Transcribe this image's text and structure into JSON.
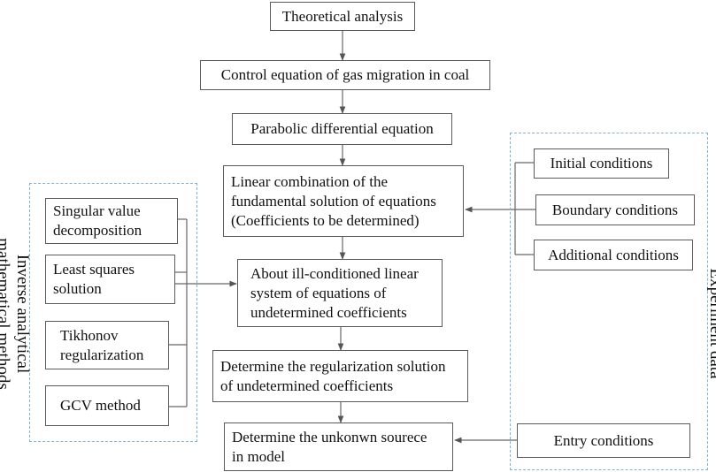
{
  "nodes": {
    "theoretical_analysis": "Theoretical analysis",
    "control_equation": "Control equation of gas migration in coal",
    "parabolic_equation": "Parabolic differential equation",
    "linear_combination": [
      "Linear combination of the",
      "fundamental solution of equations",
      "(Coefficients to be determined)"
    ],
    "ill_conditioned": [
      "About ill-conditioned linear",
      "system of equations of",
      "undetermined coefficients"
    ],
    "regularization_solution": [
      "Determine the regularization solution",
      "of undetermined coefficients"
    ],
    "unknown_source": [
      "Determine the unkonwn sourece",
      "in model"
    ]
  },
  "methods": {
    "label": [
      "Inverse analytical",
      "mathematical methods"
    ],
    "items": [
      [
        "Singular value",
        "decomposition"
      ],
      [
        "Least squares",
        "solution"
      ],
      [
        "Tikhonov",
        "regularization"
      ],
      [
        "GCV method"
      ]
    ]
  },
  "experiment": {
    "label": "Experiment data",
    "items": [
      "Initial conditions",
      "Boundary conditions",
      "Additional conditions"
    ],
    "entry": "Entry conditions"
  }
}
